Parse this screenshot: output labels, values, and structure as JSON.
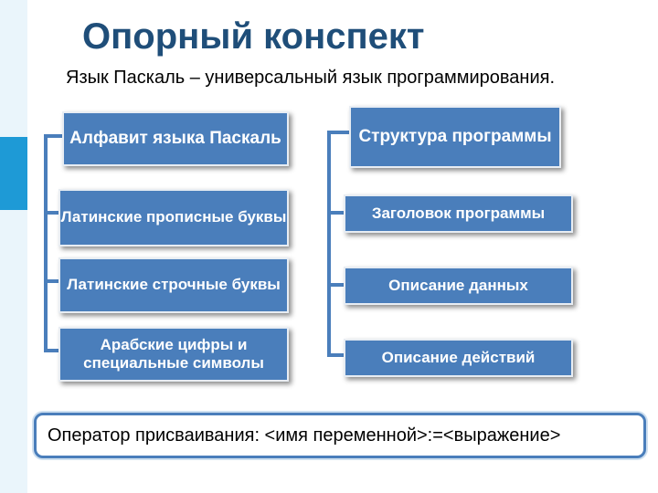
{
  "title": "Опорный конспект",
  "subtitle": "Язык Паскаль – универсальный язык программирования.",
  "alphabet": {
    "header": "Алфавит языка Паскаль",
    "items": [
      "Латинские прописные буквы",
      "Латинские строчные буквы",
      "Арабские цифры и специальные символы"
    ]
  },
  "structure": {
    "header": "Структура программы",
    "items": [
      "Заголовок программы",
      "Описание данных",
      "Описание действий"
    ]
  },
  "operator": "Оператор присваивания: <имя переменной>:=<выражение>",
  "colors": {
    "box": "#4a7ebb",
    "title": "#1f4e79",
    "accent": "#1e9ad6"
  }
}
